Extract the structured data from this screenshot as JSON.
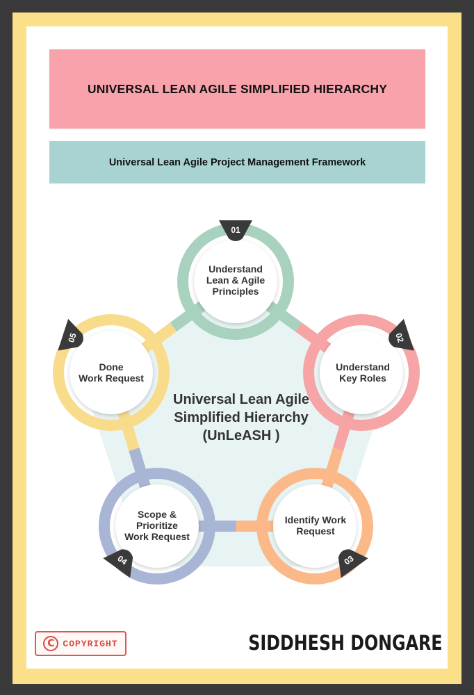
{
  "title": "UNIVERSAL LEAN AGILE SIMPLIFIED HIERARCHY",
  "subtitle": "Universal Lean Agile Project Management Framework",
  "center": {
    "line1": "Universal Lean Agile",
    "line2": "Simplified Hierarchy",
    "line3": "(UnLeASH )"
  },
  "steps": [
    {
      "number": "01",
      "lines": [
        "Understand",
        "Lean & Agile",
        "Principles"
      ],
      "color": "#a8d1be"
    },
    {
      "number": "02",
      "lines": [
        "Understand",
        "Key Roles"
      ],
      "color": "#f6a4a5"
    },
    {
      "number": "03",
      "lines": [
        "Identify Work",
        "Request"
      ],
      "color": "#fbb98a"
    },
    {
      "number": "04",
      "lines": [
        "Scope &",
        "Prioritize",
        "Work Request"
      ],
      "color": "#a9b5d4"
    },
    {
      "number": "05",
      "lines": [
        "Done",
        "Work Request"
      ],
      "color": "#f8dc8c"
    }
  ],
  "colors": {
    "frame": "#fbe08a",
    "title_banner": "#f8a2ab",
    "subtitle_banner": "#a9d3d2",
    "center_fill": "#e8f3f4",
    "badge": "#3a3a3a"
  },
  "footer": {
    "copyright_symbol": "C",
    "copyright_label": "COPYRIGHT",
    "author": "SIDDHESH DONGARE"
  }
}
